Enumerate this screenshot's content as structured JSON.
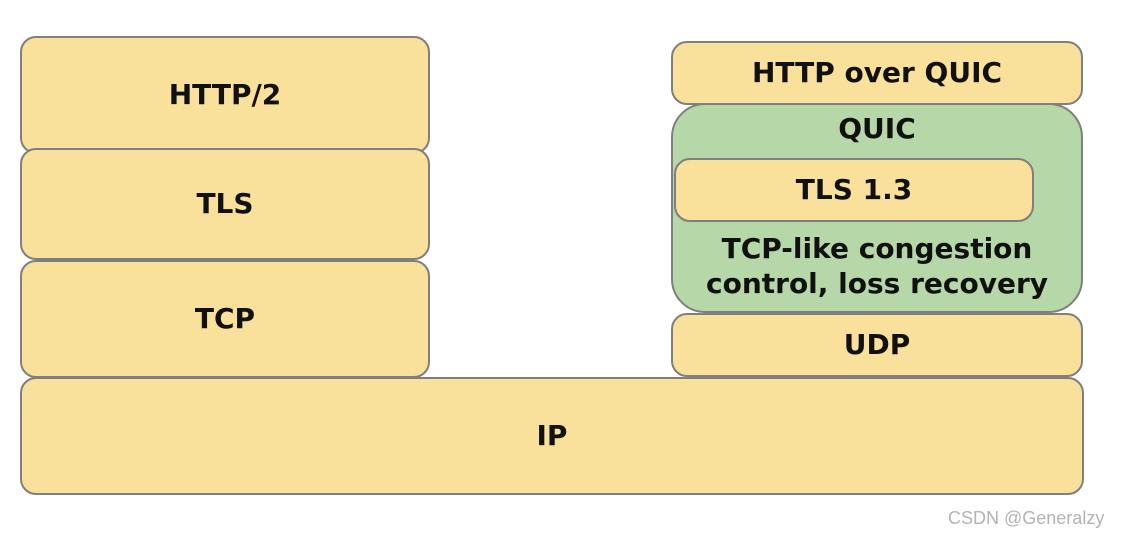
{
  "left_stack": {
    "http2": "HTTP/2",
    "tls": "TLS",
    "tcp": "TCP"
  },
  "right_stack": {
    "http_over_quic": "HTTP over QUIC",
    "quic": "QUIC",
    "tls13": "TLS 1.3",
    "congestion_line1": "TCP-like congestion",
    "congestion_line2": "control, loss recovery",
    "udp": "UDP"
  },
  "shared": {
    "ip": "IP"
  },
  "watermark": "CSDN @Generalzy",
  "colors": {
    "layer_fill": "#f9e09b",
    "quic_fill": "#b6d7a8",
    "border": "#7f7f7f"
  }
}
